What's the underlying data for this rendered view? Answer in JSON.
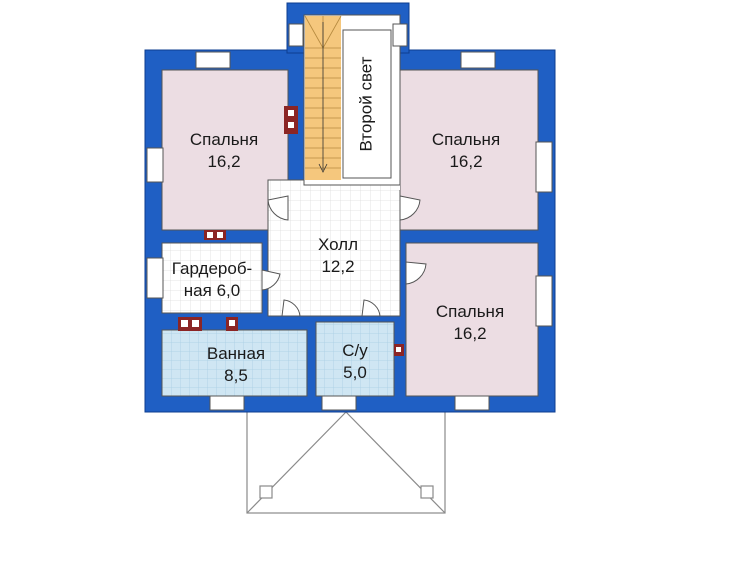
{
  "colors": {
    "wall": "#1f5fc4",
    "wall_edge": "#0d3d8f",
    "bedroom": "#ecdde3",
    "tile": "#cfe6f3",
    "tile_grid": "#a9cfe4",
    "hall": "#ffffff",
    "hall_grid": "#d8d8d8",
    "stairs": "#f5c77d",
    "chimney": "#8b2525",
    "porch": "#ffffff",
    "porch_line": "#8a8a8a"
  },
  "rooms": {
    "bedroom_nw": {
      "name": "Спальня",
      "area": "16,2"
    },
    "bedroom_ne": {
      "name": "Спальня",
      "area": "16,2"
    },
    "bedroom_se": {
      "name": "Спальня",
      "area": "16,2"
    },
    "hall": {
      "name": "Холл",
      "area": "12,2"
    },
    "wardrobe": {
      "name_line1": "Гардероб-",
      "name_line2": "ная 6,0"
    },
    "bathroom": {
      "name": "Ванная",
      "area": "8,5"
    },
    "wc": {
      "name": "С/у",
      "area": "5,0"
    },
    "void": {
      "name": "Второй свет"
    }
  }
}
